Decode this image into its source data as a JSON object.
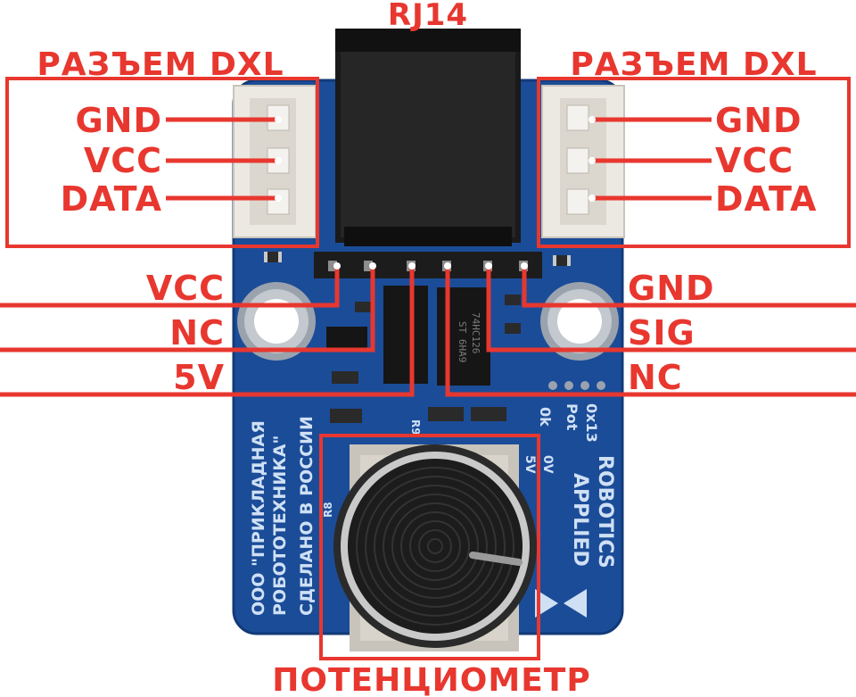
{
  "labels": {
    "rj14": "RJ14",
    "connector_left": "РАЗЪЕМ DXL",
    "connector_right": "РАЗЪЕМ DXL",
    "left_pins": [
      "GND",
      "VCC",
      "DATA"
    ],
    "right_pins": [
      "GND",
      "VCC",
      "DATA"
    ],
    "header_left": [
      "VCC",
      "NC",
      "5V"
    ],
    "header_right": [
      "GND",
      "SIG",
      "NC"
    ],
    "potentiometer": "ПОТЕНЦИОМЕТР"
  },
  "board": {
    "silk_left": [
      "ООО \"ПРИКЛАДНАЯ",
      "РОБОТОТЕХНИКА\"",
      "СДЕЛАНО В РОССИИ"
    ],
    "silk_right": [
      "APPLIED",
      "ROBOTICS"
    ],
    "silk_mark": [
      "Pot",
      "0x13",
      "0k"
    ],
    "silk_5v": "5V",
    "silk_0v": "0V",
    "silk_r9": "R9",
    "silk_r8": "R8",
    "chip_text": [
      "ST 6HA9",
      "74HC126"
    ]
  },
  "colors": {
    "label_red": "#e8372f",
    "pcb_blue": "#1b4c98",
    "connector_white": "#ece9e3",
    "rj14_black": "#1a1a1a"
  }
}
